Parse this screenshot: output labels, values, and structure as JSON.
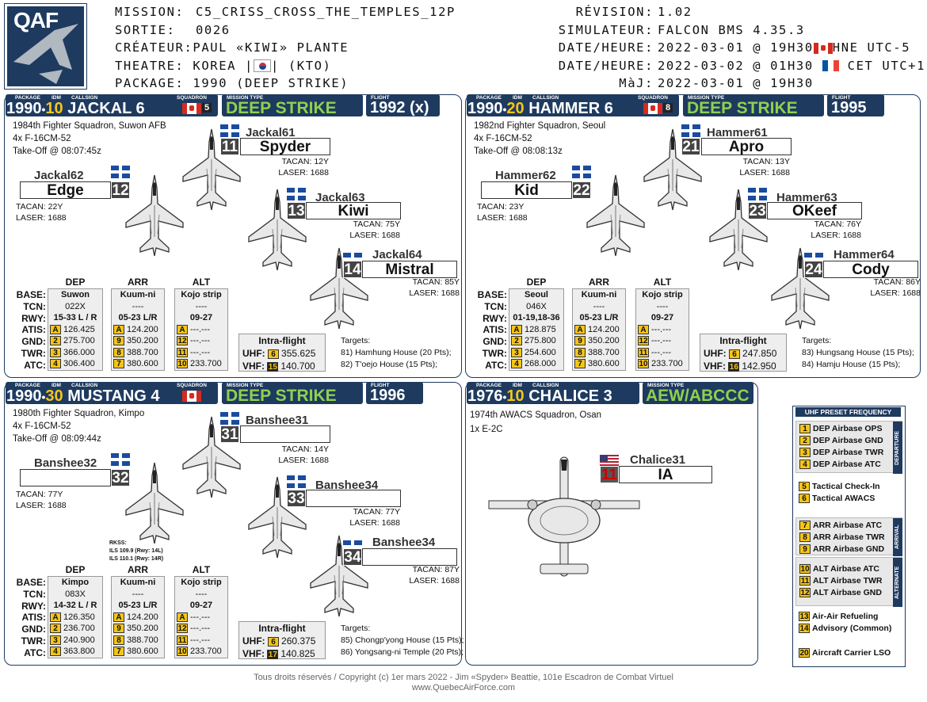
{
  "logo": {
    "text": "QAF"
  },
  "header": {
    "mission_label": "MISSION:",
    "mission": "C5_CRISS_CROSS_THE_TEMPLES_12P",
    "sortie_label": "SORTIE:",
    "sortie": "0026",
    "creator_label": "CRÉATEUR:",
    "creator": "PAUL «KIWI» PLANTE",
    "theatre_label": "THEATRE:",
    "theatre": "KOREA",
    "theatre_suffix": "(KTO)",
    "package_label": "PACKAGE:",
    "package": "1990 (DEEP STRIKE)",
    "revision_label": "RÉVISION:",
    "revision": "1.02",
    "simulator_label": "SIMULATEUR:",
    "simulator": "FALCON BMS 4.35.3",
    "dt1_label": "DATE/HEURE:",
    "dt1": "2022-03-01 @ 19H30",
    "dt1_tz": "HNE UTC-5",
    "dt2_label": "DATE/HEURE:",
    "dt2": "2022-03-02 @ 01H30",
    "dt2_tz": "CET UTC+1",
    "maj_label": "MàJ:",
    "maj": "2022-03-01 @ 19H30"
  },
  "small": {
    "package": "PACKAGE",
    "idm": "IDM",
    "callsign": "CALLSIGN",
    "squadron": "SQUADRON",
    "mission_type": "MISSION TYPE",
    "flight": "FLIGHT"
  },
  "flights": [
    {
      "pkg": "1990",
      "sep": "•",
      "idm": "10",
      "callsign": "JACKAL 6",
      "sq": "5",
      "mission_type": "DEEP STRIKE",
      "flight": "1992 (x)",
      "unit": "1984th Fighter Squadron, Suwon AFB",
      "aircraft": "4x F-16CM-52",
      "takeoff": "Take-Off @ 08:07:45z",
      "members": [
        {
          "cs": "Jackal61",
          "num": "11",
          "name": "Spyder",
          "tacan": "TACAN: 12Y",
          "laser": "LASER: 1688"
        },
        {
          "cs": "Jackal62",
          "num": "12",
          "name": "Edge",
          "tacan": "TACAN: 22Y",
          "laser": "LASER: 1688"
        },
        {
          "cs": "Jackal63",
          "num": "13",
          "name": "Kiwi",
          "tacan": "TACAN: 75Y",
          "laser": "LASER: 1688"
        },
        {
          "cs": "Jackal64",
          "num": "14",
          "name": "Mistral",
          "tacan": "TACAN: 85Y",
          "laser": "LASER: 1688"
        }
      ],
      "dep": {
        "h": "DEP",
        "base": "Suwon",
        "tcn": "022X",
        "rwy": "15-33 L / R",
        "atis": "126.425",
        "gnd": "275.700",
        "twr": "366.000",
        "atc": "306.400"
      },
      "arr": {
        "h": "ARR",
        "base": "Kuum-ni",
        "tcn": "----",
        "rwy": "05-23 L/R",
        "atis": "124.200",
        "gnd": "350.200",
        "twr": "388.700",
        "atc": "380.600"
      },
      "alt": {
        "h": "ALT",
        "base": "Kojo strip",
        "tcn": "----",
        "rwy": "09-27",
        "atis": "---.---",
        "gnd": "---.---",
        "twr": "---.---",
        "atc": "233.700"
      },
      "intra": {
        "h": "Intra-flight",
        "uhf_p": "6",
        "uhf": "355.625",
        "vhf_p": "15",
        "vhf": "140.700"
      },
      "targets": [
        "Targets:",
        "81) Hamhung House (20 Pts);",
        "82) T'oejo House (15 Pts);"
      ]
    },
    {
      "pkg": "1990",
      "sep": "•",
      "idm": "20",
      "callsign": "HAMMER 6",
      "sq": "8",
      "mission_type": "DEEP STRIKE",
      "flight": "1995",
      "unit": "1982nd Fighter Squadron, Seoul",
      "aircraft": "4x F-16CM-52",
      "takeoff": "Take-Off @ 08:08:13z",
      "members": [
        {
          "cs": "Hammer61",
          "num": "21",
          "name": "Apro",
          "tacan": "TACAN: 13Y",
          "laser": "LASER: 1688"
        },
        {
          "cs": "Hammer62",
          "num": "22",
          "name": "Kid",
          "tacan": "TACAN: 23Y",
          "laser": "LASER: 1688"
        },
        {
          "cs": "Hammer63",
          "num": "23",
          "name": "OKeef",
          "tacan": "TACAN: 76Y",
          "laser": "LASER: 1688"
        },
        {
          "cs": "Hammer64",
          "num": "24",
          "name": "Cody",
          "tacan": "TACAN: 86Y",
          "laser": "LASER: 1688"
        }
      ],
      "dep": {
        "h": "DEP",
        "base": "Seoul",
        "tcn": "046X",
        "rwy": "01-19,18-36",
        "atis": "128.875",
        "gnd": "275.800",
        "twr": "254.600",
        "atc": "268.000"
      },
      "arr": {
        "h": "ARR",
        "base": "Kuum-ni",
        "tcn": "----",
        "rwy": "05-23 L/R",
        "atis": "124.200",
        "gnd": "350.200",
        "twr": "388.700",
        "atc": "380.600"
      },
      "alt": {
        "h": "ALT",
        "base": "Kojo strip",
        "tcn": "----",
        "rwy": "09-27",
        "atis": "---.---",
        "gnd": "---.---",
        "twr": "---.---",
        "atc": "233.700"
      },
      "intra": {
        "h": "Intra-flight",
        "uhf_p": "6",
        "uhf": "247.850",
        "vhf_p": "16",
        "vhf": "142.950"
      },
      "targets": [
        "Targets:",
        "83) Hungsang House (15 Pts);",
        "84) Hamju House (15 Pts);"
      ]
    },
    {
      "pkg": "1990",
      "sep": "•",
      "idm": "30",
      "callsign": "MUSTANG 4",
      "sq": "",
      "mission_type": "DEEP STRIKE",
      "flight": "1996",
      "unit": "1980th Fighter Squadron, Kimpo",
      "aircraft": "4x F-16CM-52",
      "takeoff": "Take-Off @ 08:09:44z",
      "members": [
        {
          "cs": "Banshee31",
          "num": "31",
          "name": "",
          "tacan": "TACAN: 14Y",
          "laser": "LASER: 1688"
        },
        {
          "cs": "Banshee32",
          "num": "32",
          "name": "",
          "tacan": "TACAN: 77Y",
          "laser": "LASER: 1688"
        },
        {
          "cs": "Banshee34",
          "num": "33",
          "name": "",
          "tacan": "TACAN: 77Y",
          "laser": "LASER: 1688"
        },
        {
          "cs": "Banshee34",
          "num": "34",
          "name": "",
          "tacan": "TACAN: 87Y",
          "laser": "LASER: 1688"
        }
      ],
      "rkss": [
        "RKSS:",
        "ILS 109.9 (Rwy: 14L)",
        "ILS 110.1 (Rwy: 14R)"
      ],
      "dep": {
        "h": "DEP",
        "base": "Kimpo",
        "tcn": "083X",
        "rwy": "14-32 L / R",
        "atis": "126.350",
        "gnd": "236.700",
        "twr": "240.900",
        "atc": "363.800"
      },
      "arr": {
        "h": "ARR",
        "base": "Kuum-ni",
        "tcn": "----",
        "rwy": "05-23 L/R",
        "atis": "124.200",
        "gnd": "350.200",
        "twr": "388.700",
        "atc": "380.600"
      },
      "alt": {
        "h": "ALT",
        "base": "Kojo strip",
        "tcn": "----",
        "rwy": "09-27",
        "atis": "---.---",
        "gnd": "---.---",
        "twr": "---.---",
        "atc": "233.700"
      },
      "intra": {
        "h": "Intra-flight",
        "uhf_p": "6",
        "uhf": "260.375",
        "vhf_p": "17",
        "vhf": "140.825"
      },
      "targets": [
        "Targets:",
        "85) Chongp'yong House (15 Pts);",
        "86) Yongsang-ni Temple (20 Pts);"
      ]
    },
    {
      "pkg": "1976",
      "sep": "•",
      "idm": "10",
      "callsign": "CHALICE 3",
      "mission_type": "AEW/ABCCC",
      "unit": "1974th AWACS Squadron, Osan",
      "aircraft": "1x E-2C",
      "members": [
        {
          "cs": "Chalice31",
          "num": "11",
          "name": "IA"
        }
      ]
    }
  ],
  "rowlabels": [
    "BASE:",
    "TCN:",
    "RWY:",
    "ATIS:",
    "GND:",
    "TWR:",
    "ATC:"
  ],
  "presets": {
    "atis": "A",
    "gnd": "2",
    "twr": "3",
    "atc": "4",
    "arr_gnd": "9",
    "arr_twr": "8",
    "arr_atc": "7",
    "alt_atis": "A",
    "alt_gnd": "12",
    "alt_twr": "11",
    "alt_atc": "10",
    "uhf": "UHF:",
    "vhf": "VHF:"
  },
  "legend": {
    "title": "UHF PRESET FREQUENCY",
    "departure": "DEPARTURE",
    "arrival": "ARRIVAL",
    "alternate": "ALTERNATE",
    "items": [
      {
        "n": "1",
        "t": "DEP Airbase OPS"
      },
      {
        "n": "2",
        "t": "DEP Airbase GND"
      },
      {
        "n": "3",
        "t": "DEP Airbase TWR"
      },
      {
        "n": "4",
        "t": "DEP Airbase ATC"
      },
      {
        "n": "5",
        "t": "Tactical Check-In"
      },
      {
        "n": "6",
        "t": "Tactical AWACS"
      },
      {
        "n": "7",
        "t": "ARR Airbase ATC"
      },
      {
        "n": "8",
        "t": "ARR Airbase TWR"
      },
      {
        "n": "9",
        "t": "ARR Airbase GND"
      },
      {
        "n": "10",
        "t": "ALT Airbase ATC"
      },
      {
        "n": "11",
        "t": "ALT Airbase TWR"
      },
      {
        "n": "12",
        "t": "ALT Airbase GND"
      },
      {
        "n": "13",
        "t": "Air-Air Refueling"
      },
      {
        "n": "14",
        "t": "Advisory (Common)"
      },
      {
        "n": "20",
        "t": "Aircraft Carrier LSO"
      }
    ]
  },
  "footer": {
    "line1": "Tous droits réservés / Copyright (c) 1er mars 2022 - Jim «Spyder» Beattie, 101e Escadron de Combat Virtuel",
    "line2": "www.QuebecAirForce.com"
  }
}
